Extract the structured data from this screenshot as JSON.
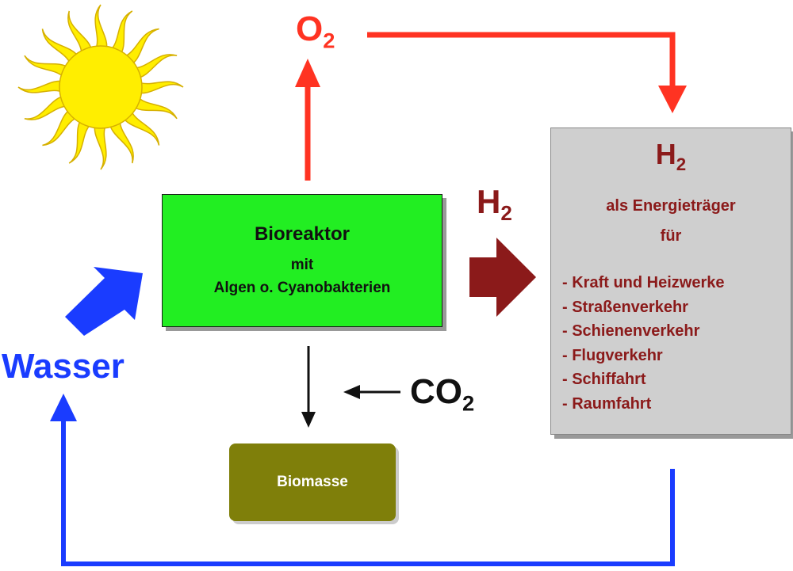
{
  "sun": {
    "icon": "sun-icon",
    "fill": "#ffee00",
    "stroke": "#d6b000"
  },
  "bioreactor": {
    "title": "Bioreaktor",
    "line2": "mit",
    "line3": "Algen o. Cyanobakterien",
    "color": "#22ee22"
  },
  "biomass": {
    "label": "Biomasse",
    "color": "#7f7f0a"
  },
  "oxygen": {
    "base": "O",
    "sub": "2",
    "color": "#ff3322"
  },
  "hydrogen_flow": {
    "base": "H",
    "sub": "2",
    "color": "#8b1a1a"
  },
  "carbon_dioxide": {
    "base": "CO",
    "sub": "2"
  },
  "water": {
    "label": "Wasser",
    "color": "#1a3cff"
  },
  "energy_box": {
    "title_base": "H",
    "title_sub": "2",
    "subtitle_1": "als Energieträger",
    "subtitle_2": "für",
    "uses": [
      "- Kraft und Heizwerke",
      "- Straßenverkehr",
      "- Schienenverkehr",
      "- Flugverkehr",
      "- Schiffahrt",
      "- Raumfahrt"
    ],
    "background": "#cfcfcf"
  }
}
